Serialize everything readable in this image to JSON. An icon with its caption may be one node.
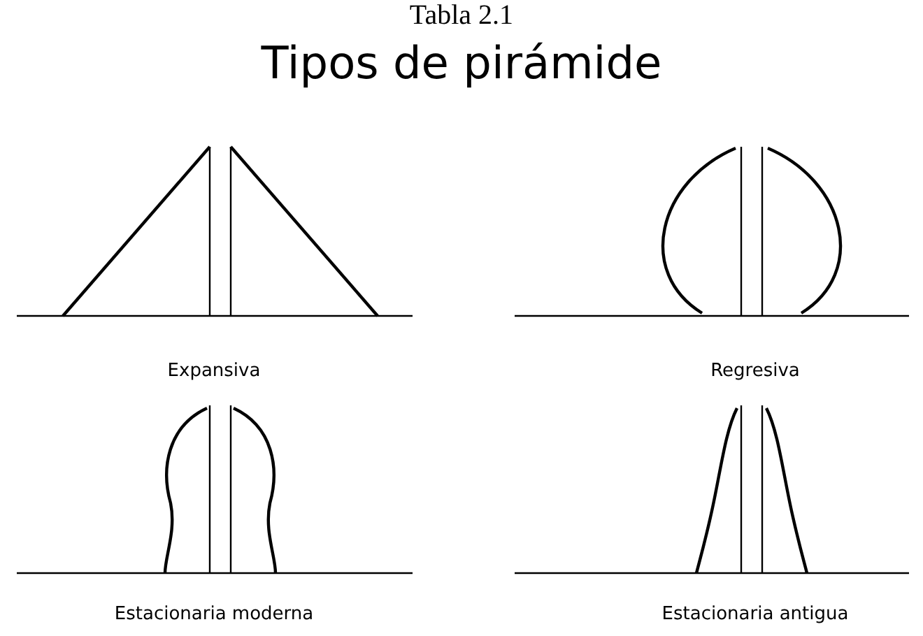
{
  "diagram": {
    "title": "Tipos de pirámide",
    "labels": [
      "Tabla 2.1",
      "Expansiva",
      "Regresiva",
      "Estacionaria moderna",
      "Estacionaria antigua"
    ]
  }
}
